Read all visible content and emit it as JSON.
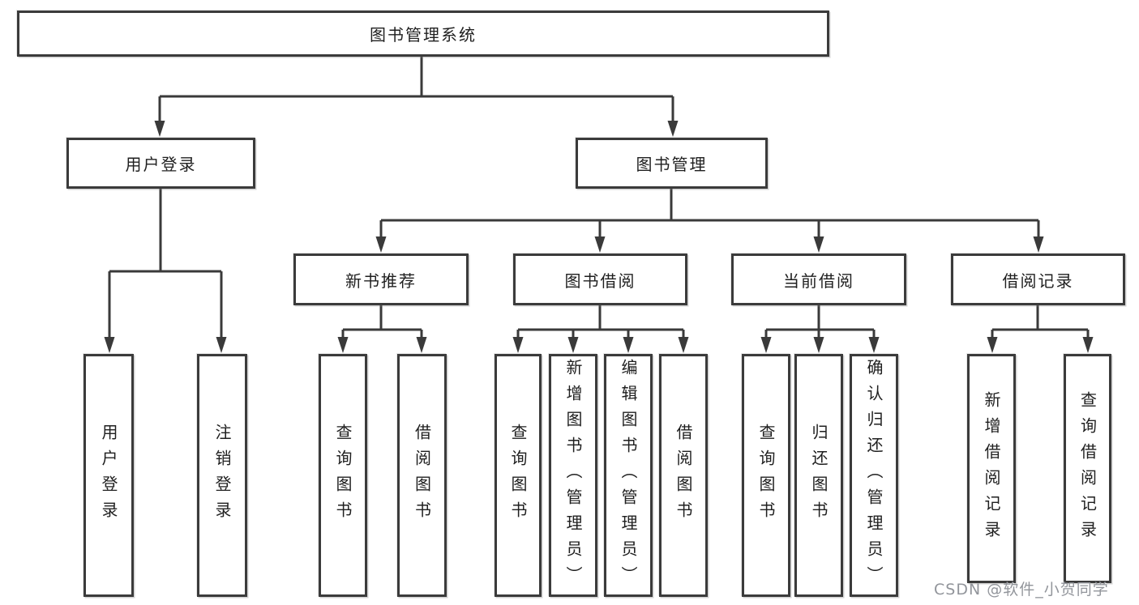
{
  "watermark": "CSDN @软件_小贺同学",
  "colors": {
    "line": "#3a3a3a",
    "box_border": "#3b3b3b",
    "text": "#1f1f1f",
    "watermark_text": "#92959b",
    "background": "#ffffff"
  },
  "tree": {
    "root": {
      "label": "图书管理系统"
    },
    "branches": [
      {
        "label": "用户登录",
        "children": [
          {
            "label": "用户登录"
          },
          {
            "label": "注销登录"
          }
        ]
      },
      {
        "label": "图书管理",
        "children": [
          {
            "label": "新书推荐",
            "children": [
              {
                "label": "查询图书"
              },
              {
                "label": "借阅图书"
              }
            ]
          },
          {
            "label": "图书借阅",
            "children": [
              {
                "label": "查询图书"
              },
              {
                "label": "新增图书（管理员）"
              },
              {
                "label": "编辑图书（管理员）"
              },
              {
                "label": "借阅图书"
              }
            ]
          },
          {
            "label": "当前借阅",
            "children": [
              {
                "label": "查询图书"
              },
              {
                "label": "归还图书"
              },
              {
                "label": "确认归还（管理员）"
              }
            ]
          },
          {
            "label": "借阅记录",
            "children": [
              {
                "label": "新增借阅记录"
              },
              {
                "label": "查询借阅记录"
              }
            ]
          }
        ]
      }
    ]
  }
}
